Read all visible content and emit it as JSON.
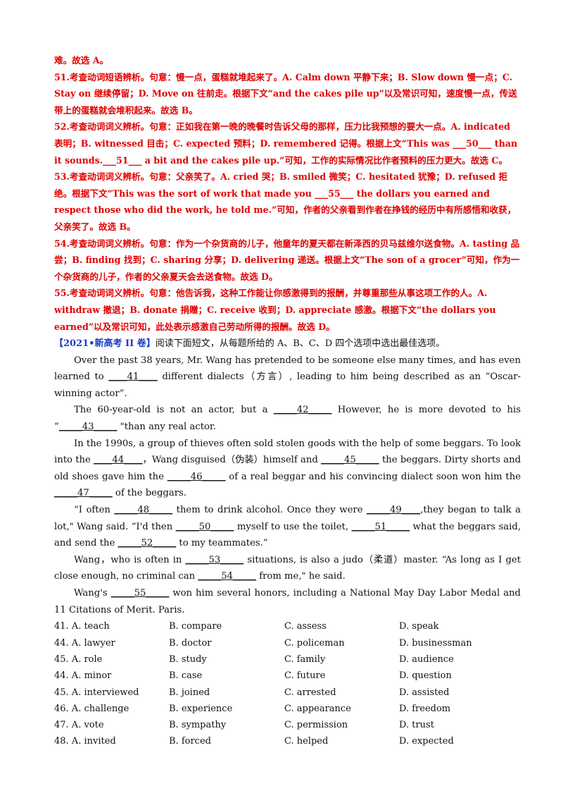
{
  "answers": [
    "难。故选 A。",
    "51.考查动词短语辨析。句意：慢一点，蛋糕就堆起来了。A. Calm down 平静下来；B. Slow down 慢一点；C. Stay on 继续停留；D. Move on 往前走。根据下文“and the cakes pile up”以及常识可知，速度慢一点，传送带上的蛋糕就会堆积起来。故选 B。",
    "52.考查动词词义辨析。句意：正如我在第一晚的晚餐时告诉父母的那样，压力比我预想的要大一点。A. indicated 表明；B. witnessed 目击；C. expected 预料；D. remembered 记得。根据上文“This was ___50___ than it sounds.___51___ a bit and the cakes pile up.”可知，工作的实际情况比作者预料的压力更大。故选 C。",
    "53.考查动词词义辨析。句意：父亲笑了。A. cried 哭；B. smiled 微笑；C. hesitated 犹豫；D. refused 拒绝。根据下文“This was the sort of work that made you ___55___ the dollars you earned and respect those who did the work, he told me.”可知，作者的父亲看到作者在挣钱的经历中有所感悟和收获，父亲笑了。故选 B。",
    "54.考查动词词义辨析。句意：作为一个杂货商的儿子，他童年的夏天都在新泽西的贝马兹维尔送食物。A. tasting 品尝；B. finding 找到；C. sharing 分享；D. delivering 递送。根据上文“The son of a grocer”可知，作为一个杂货商的儿子，作者的父亲夏天会去送食物。故选 D。",
    "55.考查动词词义辨析。句意：他告诉我，这种工作能让你感激得到的报酬，并尊重那些从事这项工作的人。A. withdraw 撤退；B. donate 捐赠；C. receive 收到；D. appreciate 感激。根据下文“the dollars you earned”以及常识可知，此处表示感激自己劳动所得的报酬。故选 D。"
  ],
  "header": {
    "tag": "【2021•新高考 II 卷】",
    "instruction": "阅读下面短文，从每题所给的 A、B、C、D 四个选项中选出最佳选项。"
  },
  "passage": {
    "p1": {
      "a": "Over the past 38 years, Mr. Wang has pretended to be someone else many times, and has even learned to ",
      "b1": "____41____",
      "c": " different dialects（方言）, leading to him being described as an “Oscar-winning actor”."
    },
    "p2": {
      "a": "The 60-year-old is not an actor, but a ",
      "b1": "_____42_____",
      "c": " However, he is more devoted to his “",
      "b2": "_____43_____",
      "d": " \"than any real actor."
    },
    "p3": {
      "a": "In the 1990s, a group of thieves often sold stolen goods with the help of some beggars. To look into the ",
      "b1": "____44____",
      "c": "，Wang disguised（伪装）himself and ",
      "b2": "_____45_____",
      "d": " the beggars. Dirty shorts and old shoes gave him the ",
      "b3": "_____46_____",
      "e": " of a real beggar and his convincing dialect soon won him the ",
      "b4": "_____47_____",
      "f": " of the beggars."
    },
    "p4": {
      "a": "“I often ",
      "b1": "_____48_____",
      "c": " them to drink alcohol. Once they were ",
      "b2": "_____49____",
      "d": ",they began to talk a lot,\" Wang said. “I'd then ",
      "b3": "_____50_____",
      "e": " myself to use the toilet, ",
      "b4": "_____51_____",
      "f": " what the beggars said, and send the ",
      "b5": "_____52_____",
      "g": " to my teammates.”"
    },
    "p5": {
      "a": "Wang，who is often in ",
      "b1": "_____53_____",
      "c": " situations, is also a judo（柔道）master. “As long as I get close enough, no criminal can ",
      "b2": "_____54_____",
      "d": " from me,\" he said."
    },
    "p6": {
      "a": "Wang's ",
      "b1": "_____55_____",
      "c": " won him several honors, including a National May Day Labor Medal and 11 Citations of Merit. Paris."
    }
  },
  "options": [
    [
      "41. A. teach",
      "B. compare",
      "C. assess",
      "D. speak"
    ],
    [
      "44. A. lawyer",
      "B. doctor",
      "C. policeman",
      "D. businessman"
    ],
    [
      "45. A. role",
      "B. study",
      "C. family",
      "D. audience"
    ],
    [
      "44. A. minor",
      "B. case",
      "C. future",
      "D. question"
    ],
    [
      "45. A. interviewed",
      "B. joined",
      "C. arrested",
      "D. assisted"
    ],
    [
      "46. A. challenge",
      "B. experience",
      "C. appearance",
      "D. freedom"
    ],
    [
      "47. A. vote",
      "B. sympathy",
      "C. permission",
      "D. trust"
    ],
    [
      "48. A. invited",
      "B. forced",
      "C. helped",
      "D. expected"
    ]
  ]
}
